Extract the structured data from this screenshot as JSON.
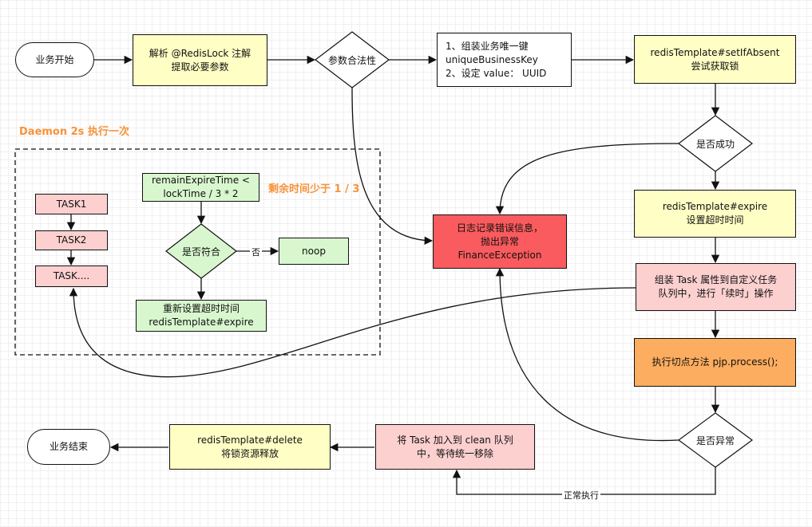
{
  "nodes": {
    "start": "业务开始",
    "parse": "解析 @RedisLock 注解\n提取必要参数",
    "param_check": "参数合法性",
    "assemble": "1、组装业务唯一键\nuniqueBusinessKey\n2、设定 value：  UUID",
    "set_if_absent": "redisTemplate#setIfAbsent\n尝试获取锁",
    "success_check": "是否成功",
    "expire": "redisTemplate#expire\n设置超时时间",
    "assemble_task": "组装 Task 属性到自定义任务\n队列中，进行「续时」操作",
    "execute": "执行切点方法 pjp.process();",
    "exception_check": "是否异常",
    "log_error": "日志记录错误信息，\n抛出异常\nFinanceException",
    "add_clean": "将 Task 加入到 clean 队列\n中，等待统一移除",
    "delete": "redisTemplate#delete\n将锁资源释放",
    "end": "业务结束"
  },
  "daemon": {
    "title": "Daemon 2s 执行一次",
    "tasks": [
      "TASK1",
      "TASK2",
      "TASK...."
    ],
    "condition": "remainExpireTime <\nlockTime / 3 * 2",
    "note": "剩余时间少于 1 / 3",
    "match_check": "是否符合",
    "noop": "noop",
    "reset": "重新设置超时时间\nredisTemplate#expire",
    "no_label": "否"
  },
  "edge_labels": {
    "normal": "正常执行"
  }
}
